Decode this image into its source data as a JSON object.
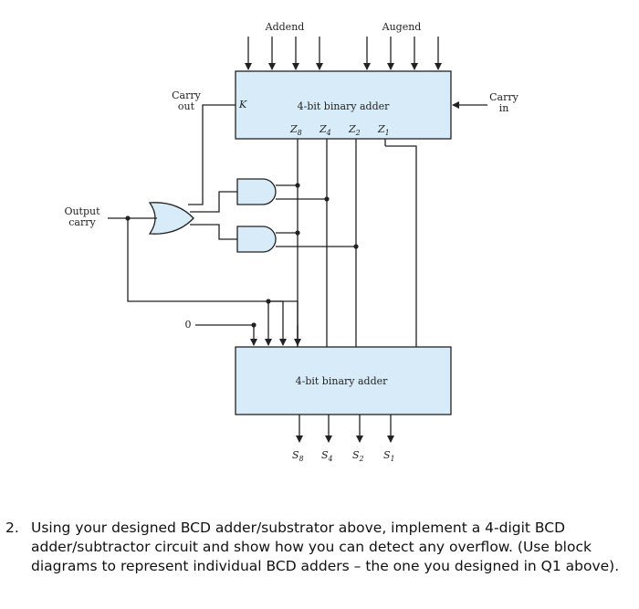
{
  "diagram": {
    "addend_label": "Addend",
    "augend_label": "Augend",
    "carry_out_label": [
      "Carry",
      "out"
    ],
    "carry_in_label": [
      "Carry",
      "in"
    ],
    "output_carry_label": [
      "Output",
      "carry"
    ],
    "k_label": "K",
    "top_adder_label": "4-bit binary adder",
    "bottom_adder_label": "4-bit binary adder",
    "zero_label": "0",
    "z_labels": [
      "Z",
      "Z",
      "Z",
      "Z"
    ],
    "z_subs": [
      "8",
      "4",
      "2",
      "1"
    ],
    "s_labels": [
      "S",
      "S",
      "S",
      "S"
    ],
    "s_subs": [
      "8",
      "4",
      "2",
      "1"
    ]
  },
  "question": {
    "number": "2.",
    "text": "Using your designed BCD adder/substrator above, implement a 4-digit BCD adder/subtractor circuit and show how you can detect any overflow. (Use block diagrams to represent individual BCD adders – the one you designed in Q1 above)."
  }
}
